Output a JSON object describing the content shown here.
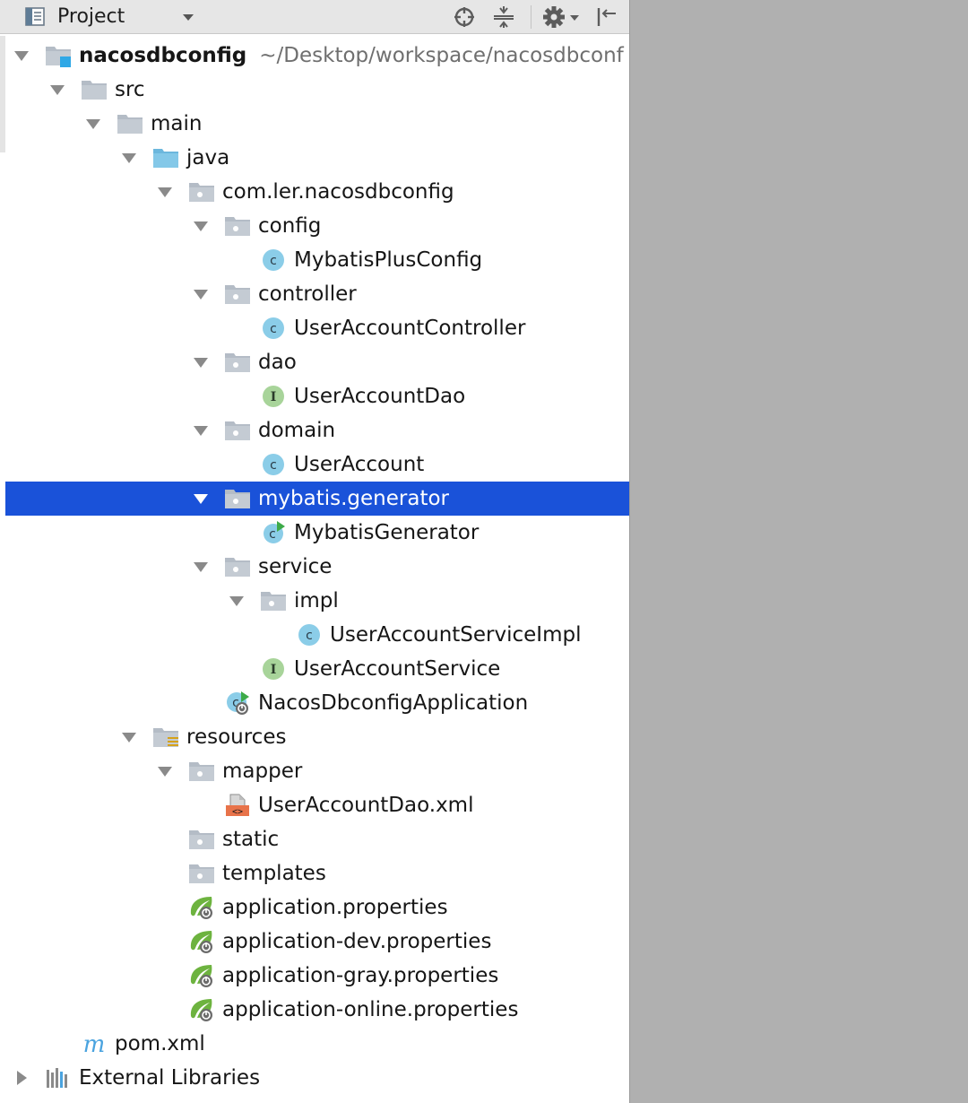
{
  "toolbar": {
    "title": "Project",
    "icons": [
      "project-view-icon",
      "dropdown-arrow-icon",
      "locate-icon",
      "collapse-all-icon",
      "settings-gear-icon",
      "hide-panel-icon"
    ]
  },
  "colors": {
    "selection": "#1a52d9",
    "folder": "#b4bcc6",
    "source_folder": "#84c8e8",
    "class_icon": "#8bcde8",
    "interface_icon": "#a8d49a",
    "spring_leaf": "#6db33f",
    "maven_m": "#4aa3df",
    "xml_icon": "#e8734a"
  },
  "tree": [
    {
      "depth": 0,
      "toggle": "open",
      "icon": "module",
      "label": "nacosdbconfig",
      "path": "~/Desktop/workspace/nacosdbconf",
      "bold": true
    },
    {
      "depth": 1,
      "toggle": "open",
      "icon": "folder",
      "label": "src"
    },
    {
      "depth": 2,
      "toggle": "open",
      "icon": "folder",
      "label": "main"
    },
    {
      "depth": 3,
      "toggle": "open",
      "icon": "source-folder",
      "label": "java"
    },
    {
      "depth": 4,
      "toggle": "open",
      "icon": "package",
      "label": "com.ler.nacosdbconfig"
    },
    {
      "depth": 5,
      "toggle": "open",
      "icon": "package",
      "label": "config"
    },
    {
      "depth": 6,
      "toggle": "none",
      "icon": "class",
      "label": "MybatisPlusConfig"
    },
    {
      "depth": 5,
      "toggle": "open",
      "icon": "package",
      "label": "controller"
    },
    {
      "depth": 6,
      "toggle": "none",
      "icon": "class",
      "label": "UserAccountController"
    },
    {
      "depth": 5,
      "toggle": "open",
      "icon": "package",
      "label": "dao"
    },
    {
      "depth": 6,
      "toggle": "none",
      "icon": "interface",
      "label": "UserAccountDao"
    },
    {
      "depth": 5,
      "toggle": "open",
      "icon": "package",
      "label": "domain"
    },
    {
      "depth": 6,
      "toggle": "none",
      "icon": "class",
      "label": "UserAccount"
    },
    {
      "depth": 5,
      "toggle": "open",
      "icon": "package",
      "label": "mybatis.generator",
      "selected": true
    },
    {
      "depth": 6,
      "toggle": "none",
      "icon": "runnable-class",
      "label": "MybatisGenerator"
    },
    {
      "depth": 5,
      "toggle": "open",
      "icon": "package",
      "label": "service"
    },
    {
      "depth": 6,
      "toggle": "open",
      "icon": "package",
      "label": "impl"
    },
    {
      "depth": 7,
      "toggle": "none",
      "icon": "class",
      "label": "UserAccountServiceImpl"
    },
    {
      "depth": 6,
      "toggle": "none",
      "icon": "interface",
      "label": "UserAccountService"
    },
    {
      "depth": 5,
      "toggle": "none",
      "icon": "spring-boot-class",
      "label": "NacosDbconfigApplication"
    },
    {
      "depth": 3,
      "toggle": "open",
      "icon": "resources-folder",
      "label": "resources"
    },
    {
      "depth": 4,
      "toggle": "open",
      "icon": "package",
      "label": "mapper"
    },
    {
      "depth": 5,
      "toggle": "none",
      "icon": "xml-file",
      "label": "UserAccountDao.xml"
    },
    {
      "depth": 4,
      "toggle": "none",
      "icon": "package",
      "label": "static"
    },
    {
      "depth": 4,
      "toggle": "none",
      "icon": "package",
      "label": "templates"
    },
    {
      "depth": 4,
      "toggle": "none",
      "icon": "spring-properties",
      "label": "application.properties"
    },
    {
      "depth": 4,
      "toggle": "none",
      "icon": "spring-properties",
      "label": "application-dev.properties"
    },
    {
      "depth": 4,
      "toggle": "none",
      "icon": "spring-properties",
      "label": "application-gray.properties"
    },
    {
      "depth": 4,
      "toggle": "none",
      "icon": "spring-properties",
      "label": "application-online.properties"
    },
    {
      "depth": 1,
      "toggle": "none",
      "icon": "maven",
      "label": "pom.xml"
    },
    {
      "depth": 0,
      "toggle": "closed",
      "icon": "libraries",
      "label": "External Libraries"
    }
  ]
}
